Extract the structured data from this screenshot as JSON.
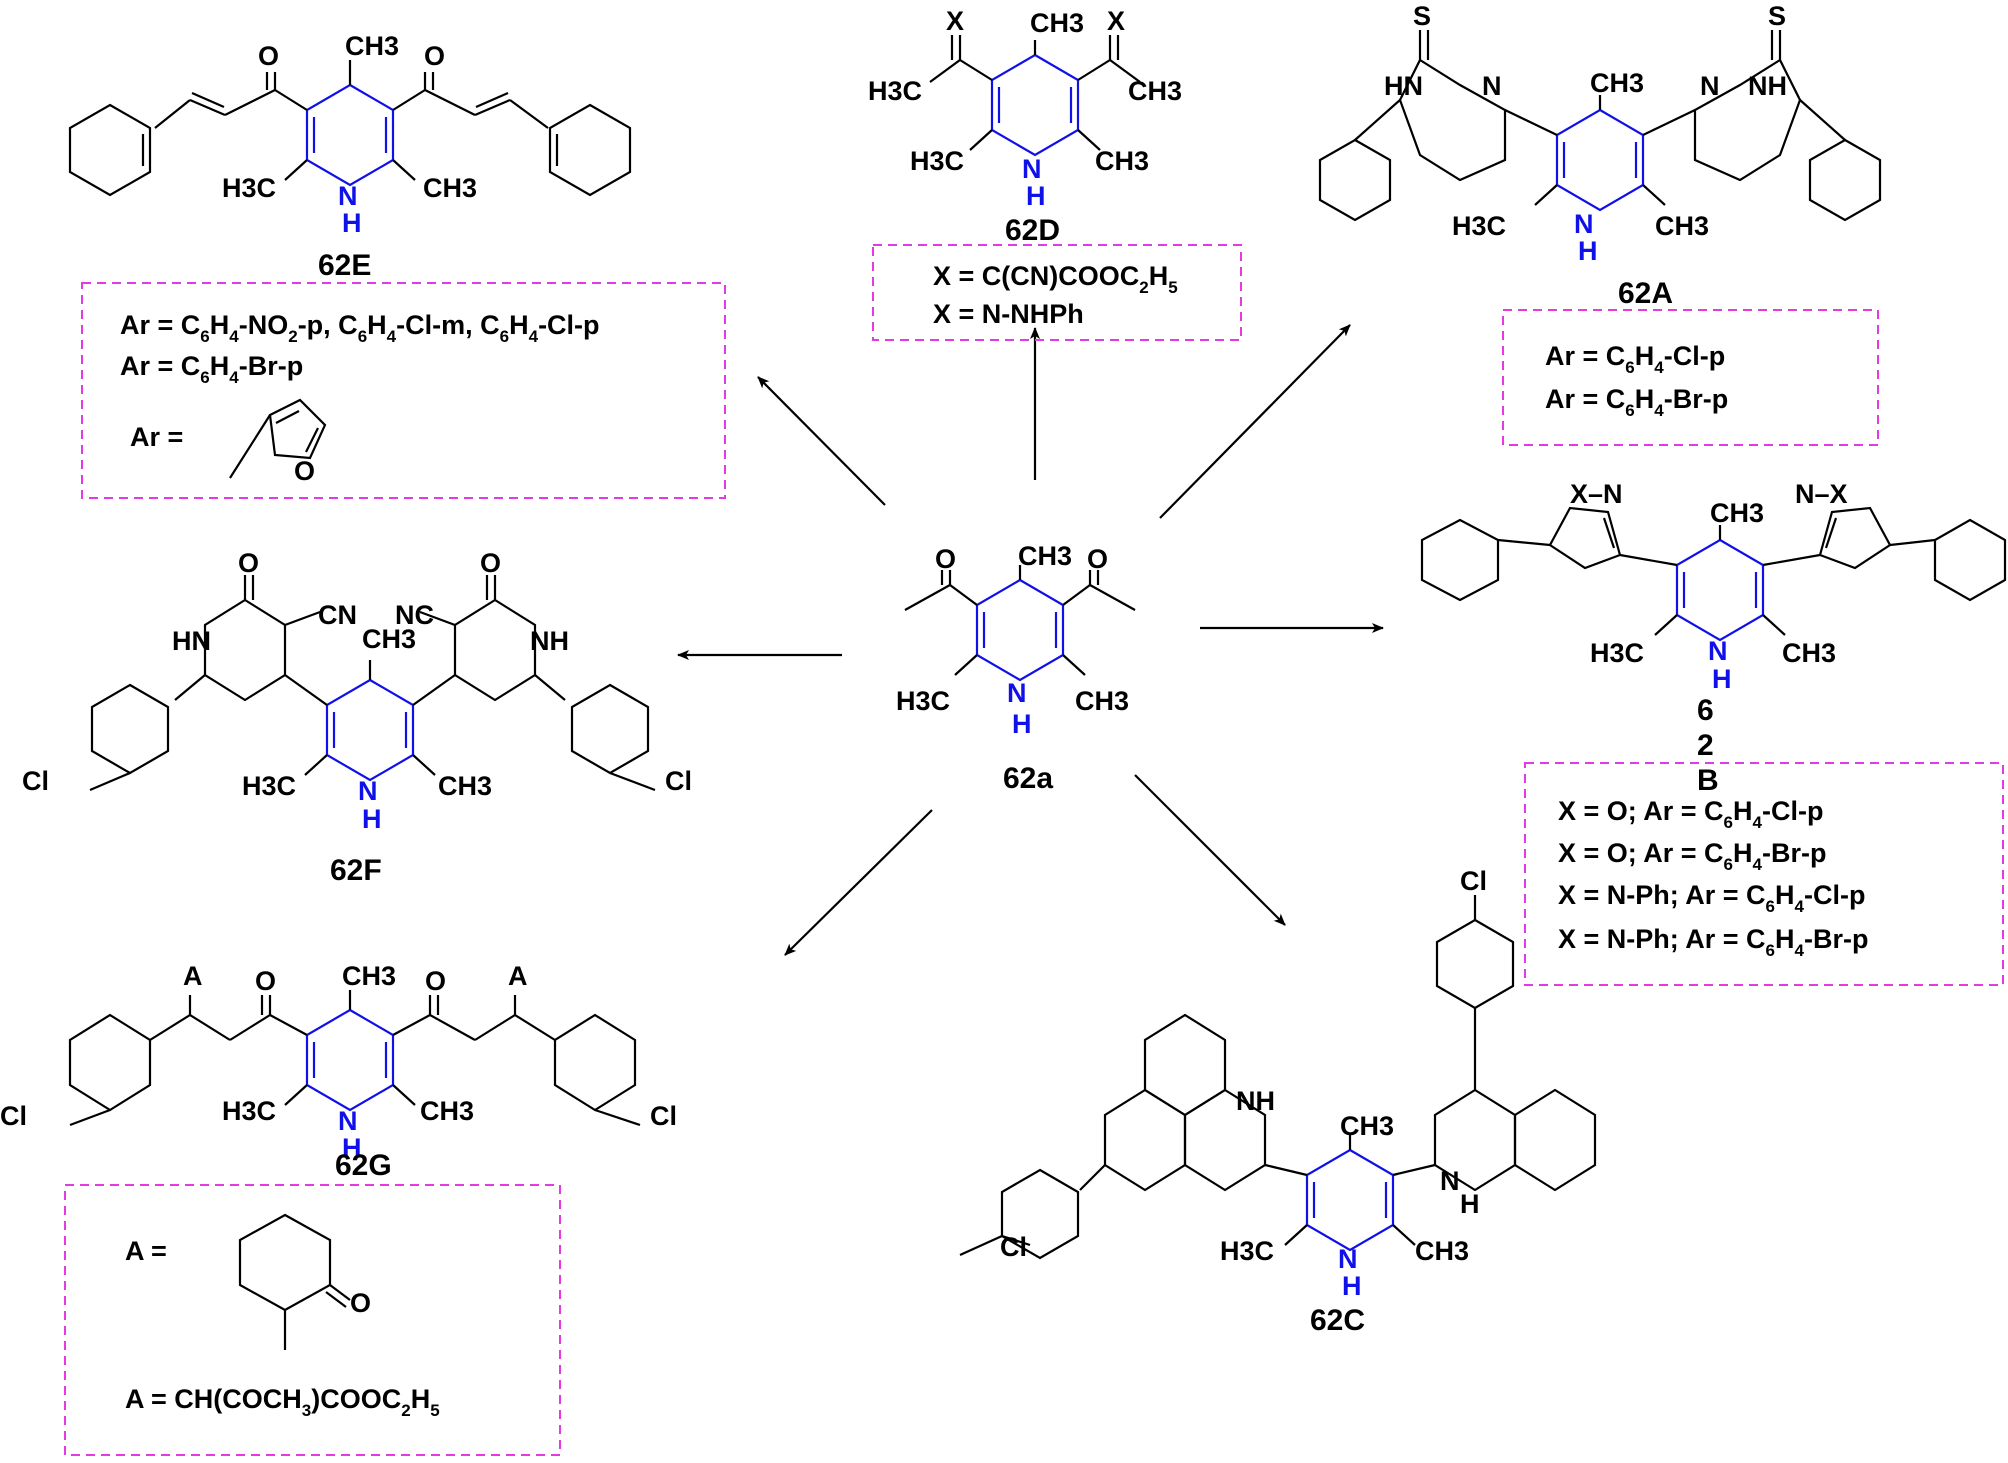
{
  "center": {
    "label": "62a",
    "methyl": "CH3",
    "h3c": "H3C",
    "nh": "N",
    "h": "H"
  },
  "compounds": {
    "62E": {
      "label": "62E",
      "conditions": [
        "Ar = C6H4-NO2-p, C6H4-Cl-m, C6H4-Cl-p",
        "Ar = C6H4-Br-p",
        "Ar ="
      ],
      "furan_o": "O"
    },
    "62D": {
      "label": "62D",
      "conditions": [
        "X = C(CN)COOC2H5",
        "X = N-NHPh"
      ],
      "x": "X"
    },
    "62A": {
      "label": "62A",
      "conditions": [
        "Ar = C6H4-Cl-p",
        "Ar = C6H4-Br-p"
      ],
      "s": "S",
      "hn": "HN",
      "n": "N",
      "nh": "NH"
    },
    "62B": {
      "label_lines": [
        "6",
        "2",
        "B"
      ],
      "conditions": [
        "X = O; Ar = C6H4-Cl-p",
        "X = O; Ar = C6H4-Br-p",
        "X = N-Ph; Ar = C6H4-Cl-p",
        "X = N-Ph; Ar = C6H4-Br-p"
      ],
      "xn": "X–N",
      "nx": "N–X"
    },
    "62F": {
      "label": "62F",
      "cn": "CN",
      "nc": "NC",
      "hn": "HN",
      "nh": "NH",
      "o": "O",
      "cl": "Cl"
    },
    "62G": {
      "label": "62G",
      "conditions": [
        "A =",
        "A = CH(COCH3)COOC2H5"
      ],
      "a": "A",
      "o": "O",
      "cl": "Cl"
    },
    "62C": {
      "label": "62C",
      "cl": "Cl",
      "nh": "NH",
      "n": "N",
      "h": "H"
    }
  }
}
